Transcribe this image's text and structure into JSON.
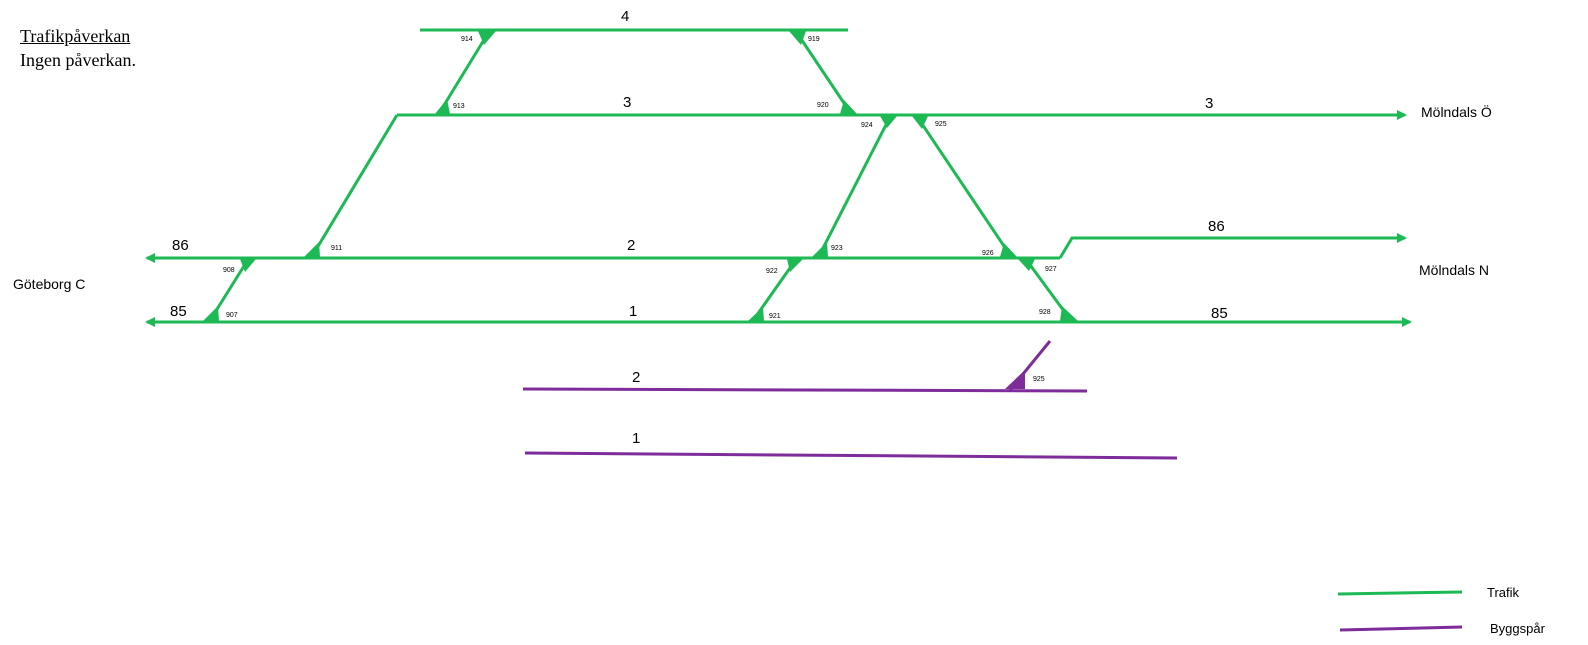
{
  "info": {
    "title": "Trafikpåverkan",
    "text": "Ingen påverkan."
  },
  "colors": {
    "traffic": "#1db954",
    "construction": "#7d2c9a"
  },
  "stations": {
    "goteborg": "Göteborg C",
    "molndals_o": "Mölndals Ö",
    "molndals_n": "Mölndals N"
  },
  "tracks": {
    "t4": "4",
    "t3": "3",
    "t3_east": "3",
    "t2": "2",
    "t1": "1",
    "t86_west": "86",
    "t86_east": "86",
    "t85_west": "85",
    "t85_east": "85",
    "b2": "2",
    "b1": "1"
  },
  "switches": {
    "s907": "907",
    "s908": "908",
    "s911": "911",
    "s913": "913",
    "s914": "914",
    "s919": "919",
    "s920": "920",
    "s921": "921",
    "s922": "922",
    "s923": "923",
    "s924": "924",
    "s925": "925",
    "s926": "926",
    "s927": "927",
    "s928": "928",
    "s929": "925"
  },
  "legend": {
    "traffic_label": "Trafik",
    "construction_label": "Byggspår"
  }
}
